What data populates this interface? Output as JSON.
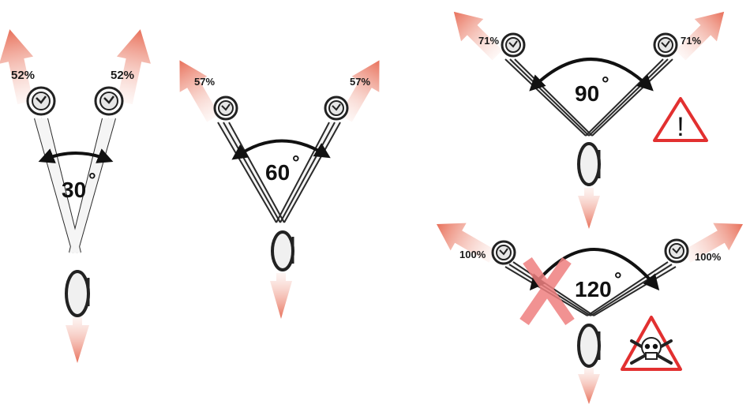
{
  "colors": {
    "force_arrow": "#e8705a",
    "force_arrow_light": "#f6c7bc",
    "sling": "#2a2a2a",
    "warning": "#e23030",
    "cross": "#ef8080"
  },
  "icons": {
    "anchor": "anchor-bolt-icon",
    "carabiner": "carabiner-icon",
    "warning": "warning-triangle-icon",
    "danger": "skull-crossbones-icon",
    "forbidden": "red-x-cross-icon"
  },
  "configs": [
    {
      "angle": "30",
      "degree_sign": "°",
      "left_load": "52%",
      "right_load": "52%"
    },
    {
      "angle": "60",
      "degree_sign": "°",
      "left_load": "57%",
      "right_load": "57%"
    },
    {
      "angle": "90",
      "degree_sign": "°",
      "left_load": "71%",
      "right_load": "71%"
    },
    {
      "angle": "120",
      "degree_sign": "°",
      "left_load": "100%",
      "right_load": "100%"
    }
  ],
  "warning_symbol": "!"
}
